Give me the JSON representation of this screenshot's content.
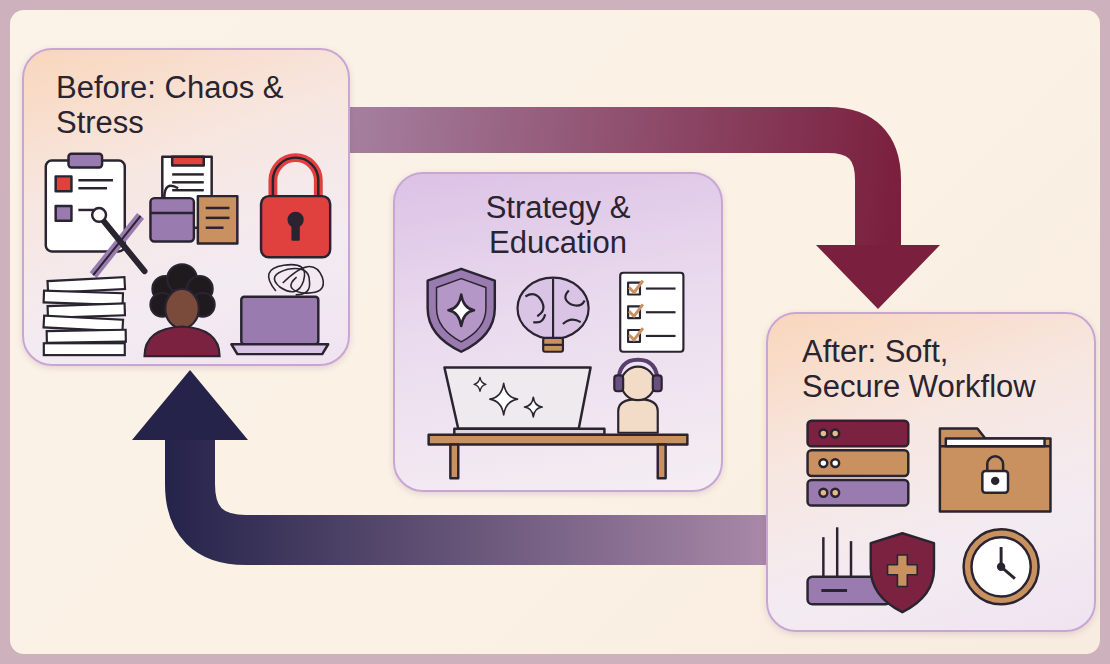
{
  "diagram": {
    "nodes": [
      {
        "text": [
          "Before: Chaos & Stress"
        ]
      },
      {
        "text": [
          "Strategy & Education"
        ]
      },
      {
        "text": [
          "After: Soft, Secure Workflow"
        ]
      }
    ],
    "edges": [
      {
        "from": 0,
        "to": 2,
        "arrow": "to"
      },
      {
        "from": 2,
        "to": 0,
        "arrow": "to"
      }
    ]
  }
}
